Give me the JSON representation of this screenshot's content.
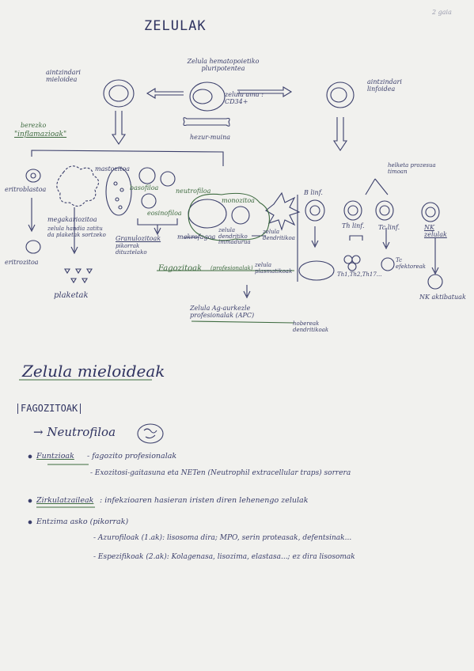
{
  "header": {
    "date": "2 gaia",
    "title": "ZELULAK"
  },
  "diagram": {
    "stem_cell": "Zelula hematopoietiko pluripotentea",
    "stem_marker": "zelula ama : CD34+",
    "myeloid_progenitor": "aintzindari mieloidea",
    "lymphoid_progenitor": "aintzindari linfoidea",
    "bone_marrow": "hezur-muina",
    "innate": "berezko",
    "inflammatory": "\"inflamazioak\"",
    "mast_cell": "mastozitoa",
    "basophil": "basofiloa",
    "neutrophil": "neutrofiloa",
    "eosinophil": "eosinofiloa",
    "monocyte": "monozitoa",
    "erythroblast": "eritroblastoa",
    "megakaryocyte": "megakariozitoa",
    "megakaryocyte_note": "zelula handia zatitu da plaketak sortzeko",
    "erythrocyte": "eritrozitoa",
    "platelets": "plaketak",
    "granulocytes": "Granulozitoak",
    "granulocytes_note": "pikorrak dituztelako",
    "macrophage": "makrofagoa",
    "immature_dendritic": "zelula dendritiko immadurua",
    "mature_dendritic": "zelula dendritikoa",
    "phagocytes": "Fagozitoak",
    "phagocytes_note": "(profesionalak)",
    "plasma_cells": "zelula plasmatikoak",
    "apc": "Zelula Ag-aurkezle profesionalak (APC)",
    "apc_note": "hobereak dendritikoak",
    "b_lymph": "B linf.",
    "th_lymph": "Th linf.",
    "tc_lymph": "Tc linf.",
    "nk": "NK zelulak",
    "th_subsets": "Th1,Th2,Th17...",
    "tc_effector": "Tc efektoreak",
    "nk_activated": "NK aktibatuak",
    "maturation": "helketa prozesua timoan"
  },
  "section": {
    "heading": "Zelula mieloideak",
    "subheading": "FAGOZITOAK",
    "cell_title": "Neutrofiloa",
    "functions_label": "Funtzioak",
    "functions_1": "- fagozito profesionalak",
    "functions_2": "- Exozitosi-gaitasuna eta NETen (Neutrophil extracellular traps) sorrera",
    "first_line": "Zirkulatzaileak",
    "first_line_text": ": infekzioaren hasieran iristen diren lehenengo zelulak",
    "granules": "Entzima asko  (pikorrak)",
    "azurophilic": "- Azurofiloak (1.ak): lisosoma dira; MPO, serin proteasak, defentsinak...",
    "specific": "- Espezifikoak (2.ak): Kolagenasa, lisozima, elastasa...; ez dira lisosomak"
  },
  "colors": {
    "ink": "#3b3f6b",
    "green_ink": "#3d6a3f",
    "paper": "#f1f1ee"
  }
}
